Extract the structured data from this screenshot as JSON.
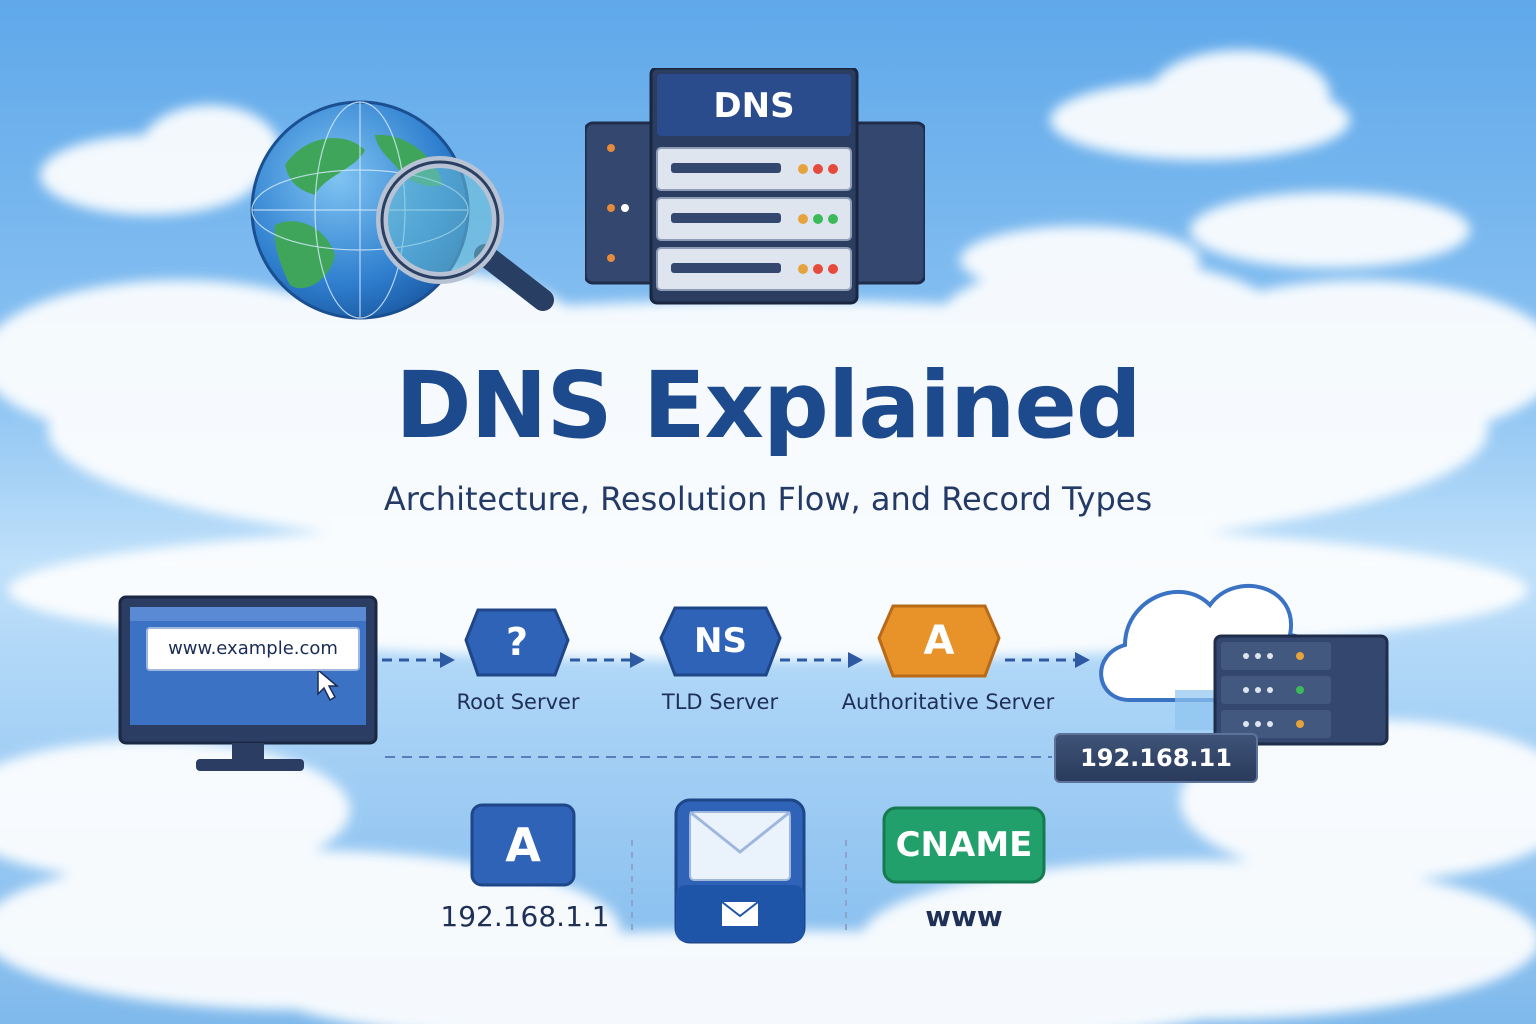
{
  "header": {
    "title": "DNS Explained",
    "subtitle": "Architecture, Resolution Flow, and Record Types"
  },
  "hero": {
    "server_label": "DNS",
    "icons": [
      "globe-icon",
      "magnifier-icon",
      "server-rack-icon"
    ]
  },
  "flow": {
    "url": "www.example.com",
    "steps": [
      {
        "badge": "?",
        "label": "Root Server",
        "color": "#2f63b8"
      },
      {
        "badge": "NS",
        "label": "TLD Server",
        "color": "#2f63b8"
      },
      {
        "badge": "A",
        "label": "Authoritative Server",
        "color": "#e8922a"
      }
    ],
    "result_ip": "192.168.11"
  },
  "records": [
    {
      "badge": "A",
      "value": "192.168.1.1",
      "color": "#2f63b8"
    },
    {
      "icon": "mail-icon",
      "value": "",
      "color": "#2f63b8"
    },
    {
      "badge": "CNAME",
      "value": "www",
      "color": "#22a06b"
    }
  ],
  "colors": {
    "title": "#1d4a8c",
    "accent_blue": "#2f63b8",
    "accent_orange": "#e8922a",
    "accent_green": "#22a06b"
  }
}
